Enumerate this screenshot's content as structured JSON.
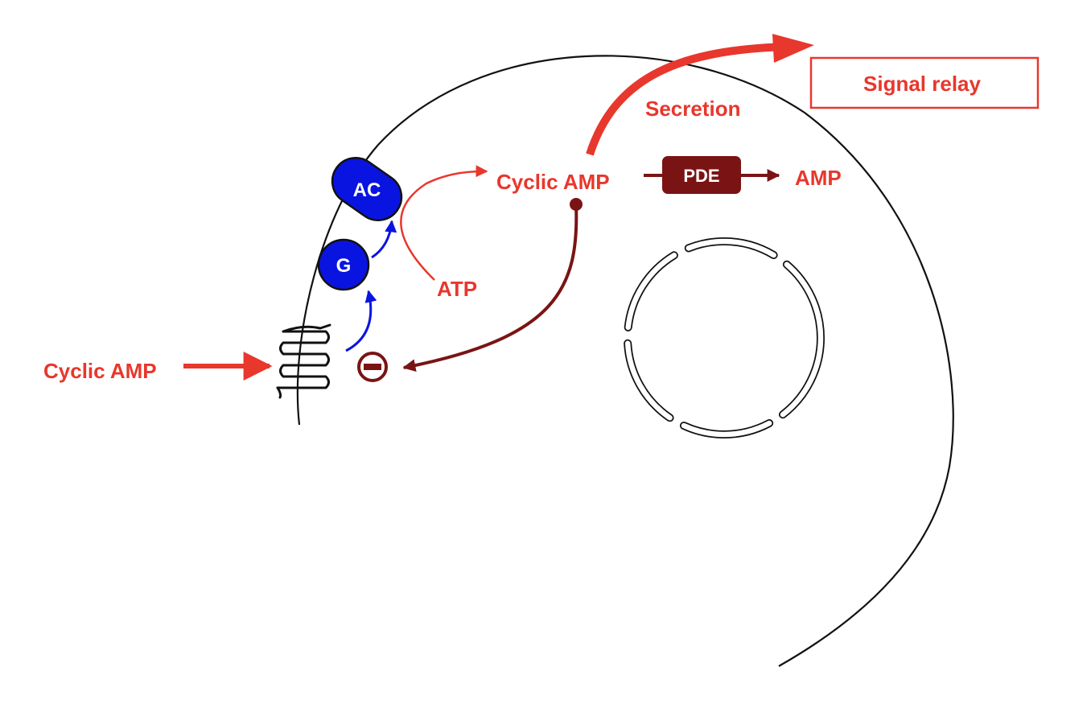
{
  "labels": {
    "cyclic_amp_outside": "Cyclic AMP",
    "cyclic_amp_inside": "Cyclic AMP",
    "ac": "AC",
    "g": "G",
    "atp": "ATP",
    "pde": "PDE",
    "amp": "AMP",
    "secretion": "Secretion",
    "signal_relay": "Signal relay"
  },
  "colors": {
    "red": "#e8372c",
    "dark_red": "#7a1414",
    "blue": "#0a14e0",
    "outline": "#111111",
    "background": "#ffffff"
  },
  "icons": {
    "inhibition": "minus-circle-icon",
    "receptor": "receptor-icon"
  }
}
